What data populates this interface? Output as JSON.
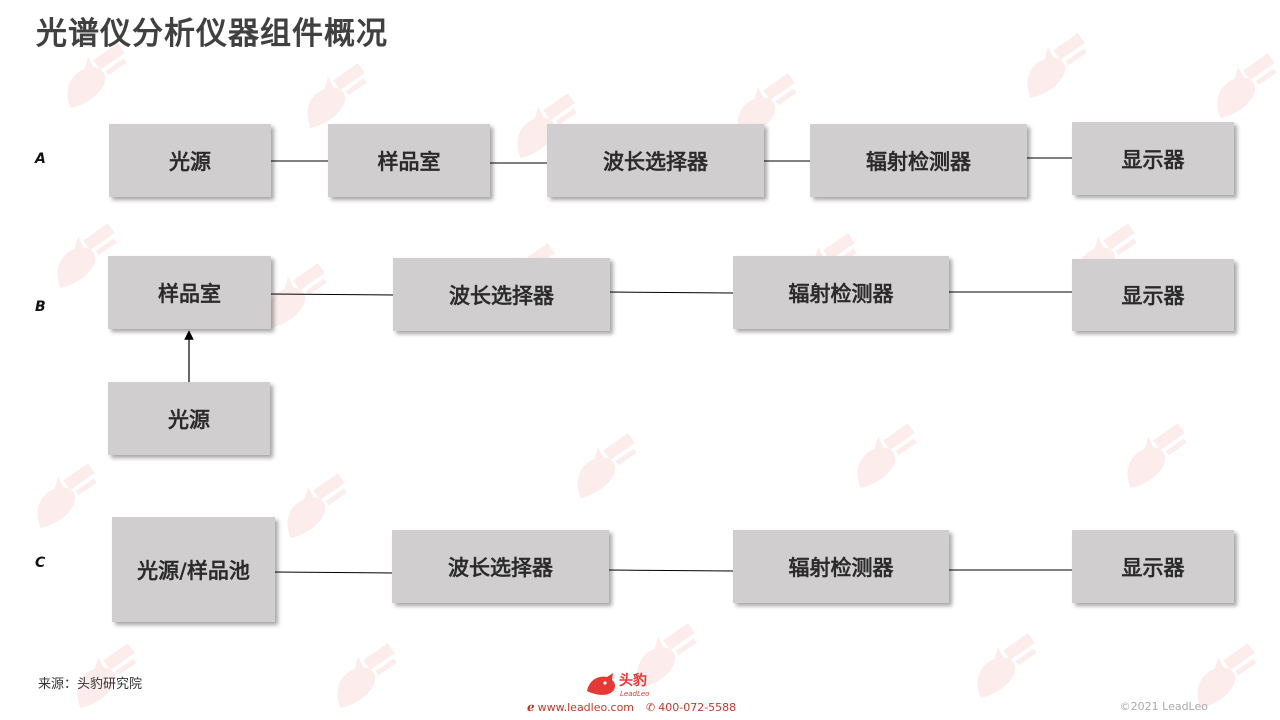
{
  "title": "光谱仪分析仪器组件概况",
  "rows": {
    "a": {
      "label": "A",
      "boxes": [
        "光源",
        "样品室",
        "波长选择器",
        "辐射检测器",
        "显示器"
      ]
    },
    "b": {
      "label": "B",
      "boxes": [
        "样品室",
        "波长选择器",
        "辐射检测器",
        "显示器",
        "光源"
      ]
    },
    "c": {
      "label": "C",
      "boxes": [
        "光源/样品池",
        "波长选择器",
        "辐射检测器",
        "显示器"
      ]
    }
  },
  "footer": {
    "source": "来源：头豹研究院",
    "logo_text": "头豹",
    "logo_sub": "LeadLeo",
    "website": "www.leadleo.com",
    "phone": "400-072-5588",
    "copyright": "©2021 LeadLeo"
  },
  "colors": {
    "box_fill": "#d0cece",
    "brand_red": "#e53935"
  },
  "icons": [
    "leopard-logo-icon",
    "web-icon",
    "phone-icon"
  ]
}
